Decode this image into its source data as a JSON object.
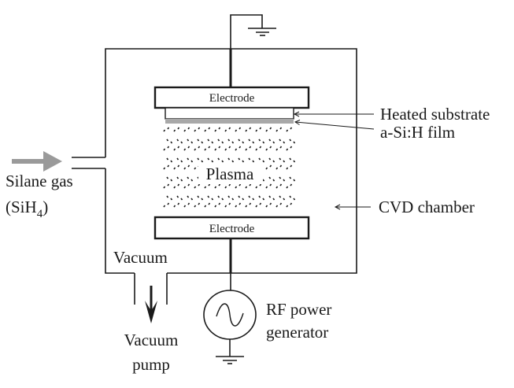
{
  "labels": {
    "top_electrode": "Electrode",
    "bottom_electrode": "Electrode",
    "heated_substrate": "Heated substrate",
    "film": "a-Si:H film",
    "plasma": "Plasma",
    "chamber": "CVD chamber",
    "silane_line1": "Silane gas",
    "silane_formula_open": "(SiH",
    "silane_formula_sub": "4",
    "silane_formula_close": ")",
    "vacuum": "Vacuum",
    "pump_line1": "Vacuum",
    "pump_line2": "pump",
    "rf_line1": "RF power",
    "rf_line2": "generator"
  },
  "colors": {
    "line": "#1a1a1a",
    "gas_arrow": "#9a9a9a",
    "film": "#a8a8a8"
  }
}
